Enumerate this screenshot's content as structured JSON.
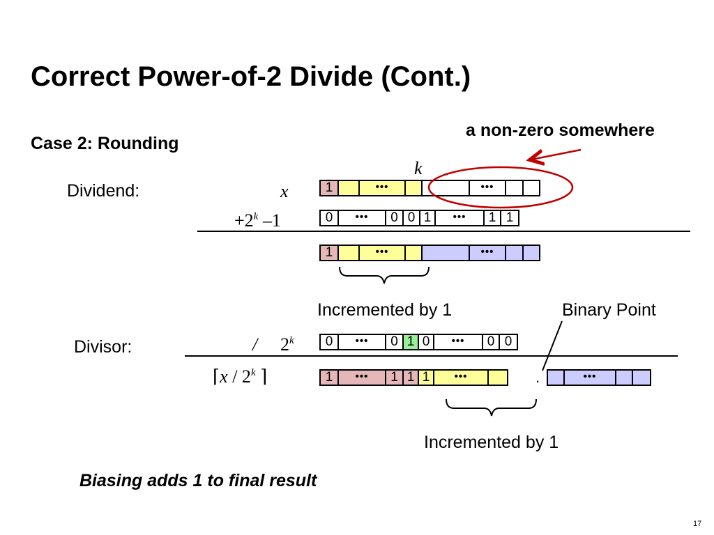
{
  "slide": {
    "title": "Correct Power-of-2 Divide (Cont.)",
    "case_label": "Case 2: Rounding",
    "annotation": "a non-zero somewhere",
    "k_label": "k",
    "conclusion": "Biasing adds 1 to final result",
    "page_number": "17"
  },
  "dividend": {
    "label": "Dividend:",
    "x_label": "x",
    "bias_label": {
      "base": "+2",
      "exp": "k",
      "rest": " –1"
    }
  },
  "divisor": {
    "label": "Divisor:",
    "op": "/",
    "denom": {
      "base": "2",
      "exp": "k"
    },
    "ceil_label": {
      "left": "⌈",
      "x": "x",
      "slash": " / 2",
      "exp": "k",
      "right": " ⌉"
    }
  },
  "annotations": {
    "incremented1": "Incremented by 1",
    "binary_point": "Binary Point",
    "incremented2": "Incremented by 1",
    "point": "."
  },
  "colors": {
    "pink": "#e6b7b8",
    "yellow": "#ffff99",
    "lavender": "#ccccff",
    "green": "#99ee99",
    "white": "#ffffff",
    "red_accent": "#c00000"
  },
  "rows": [
    {
      "name": "dividend-x-row",
      "cells": [
        {
          "t": "1",
          "c": "pink"
        },
        {
          "t": "",
          "c": "yellow"
        },
        {
          "t": "•••",
          "c": "yellow"
        },
        {
          "t": "",
          "c": "yellow"
        },
        {
          "t": "",
          "c": "white"
        },
        {
          "t": "•••",
          "c": "white"
        },
        {
          "t": "",
          "c": "white"
        },
        {
          "t": "",
          "c": "white"
        }
      ]
    },
    {
      "name": "bias-row",
      "cells": [
        {
          "t": "0",
          "c": "white"
        },
        {
          "t": "•••",
          "c": "white"
        },
        {
          "t": "0",
          "c": "white"
        },
        {
          "t": "0",
          "c": "white"
        },
        {
          "t": "1",
          "c": "white"
        },
        {
          "t": "•••",
          "c": "white"
        },
        {
          "t": "1",
          "c": "white"
        },
        {
          "t": "1",
          "c": "white"
        }
      ]
    },
    {
      "name": "sum-row",
      "cells": [
        {
          "t": "1",
          "c": "pink"
        },
        {
          "t": "",
          "c": "yellow"
        },
        {
          "t": "•••",
          "c": "yellow"
        },
        {
          "t": "",
          "c": "yellow"
        },
        {
          "t": "",
          "c": "lavender"
        },
        {
          "t": "•••",
          "c": "lavender"
        },
        {
          "t": "",
          "c": "lavender"
        },
        {
          "t": "",
          "c": "lavender"
        }
      ]
    },
    {
      "name": "divisor-row",
      "cells": [
        {
          "t": "0",
          "c": "white"
        },
        {
          "t": "•••",
          "c": "white"
        },
        {
          "t": "0",
          "c": "white"
        },
        {
          "t": "1",
          "c": "green"
        },
        {
          "t": "0",
          "c": "white"
        },
        {
          "t": "•••",
          "c": "white"
        },
        {
          "t": "0",
          "c": "white"
        },
        {
          "t": "0",
          "c": "white"
        }
      ]
    },
    {
      "name": "quotient-int-row",
      "cells": [
        {
          "t": "1",
          "c": "pink"
        },
        {
          "t": "•••",
          "c": "pink"
        },
        {
          "t": "1",
          "c": "pink"
        },
        {
          "t": "1",
          "c": "pink"
        },
        {
          "t": "1",
          "c": "yellow"
        },
        {
          "t": "•••",
          "c": "yellow"
        },
        {
          "t": "",
          "c": "yellow"
        }
      ]
    },
    {
      "name": "quotient-frac-row",
      "cells": [
        {
          "t": "",
          "c": "lavender"
        },
        {
          "t": "•••",
          "c": "lavender"
        },
        {
          "t": "",
          "c": "lavender"
        },
        {
          "t": "",
          "c": "lavender"
        }
      ]
    }
  ]
}
